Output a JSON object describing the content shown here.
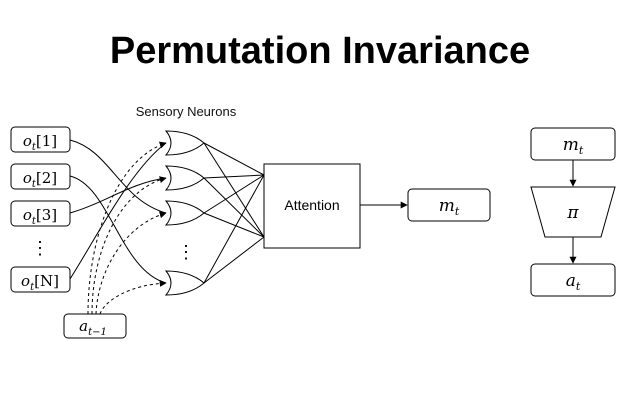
{
  "title": "Permutation Invariance",
  "caption": "Sensory Neurons",
  "inputs": [
    {
      "sym": "o",
      "sub": "t",
      "idx": "[1]"
    },
    {
      "sym": "o",
      "sub": "t",
      "idx": "[2]"
    },
    {
      "sym": "o",
      "sub": "t",
      "idx": "[3]"
    },
    {
      "sym": "o",
      "sub": "t",
      "idx": "[N]"
    }
  ],
  "ellipsis": "⋮",
  "prev_action": {
    "sym": "a",
    "sub": "t−1"
  },
  "attention_label": "Attention",
  "memory": {
    "sym": "m",
    "sub": "t"
  },
  "policy_symbol": "π",
  "action": {
    "sym": "a",
    "sub": "t"
  }
}
